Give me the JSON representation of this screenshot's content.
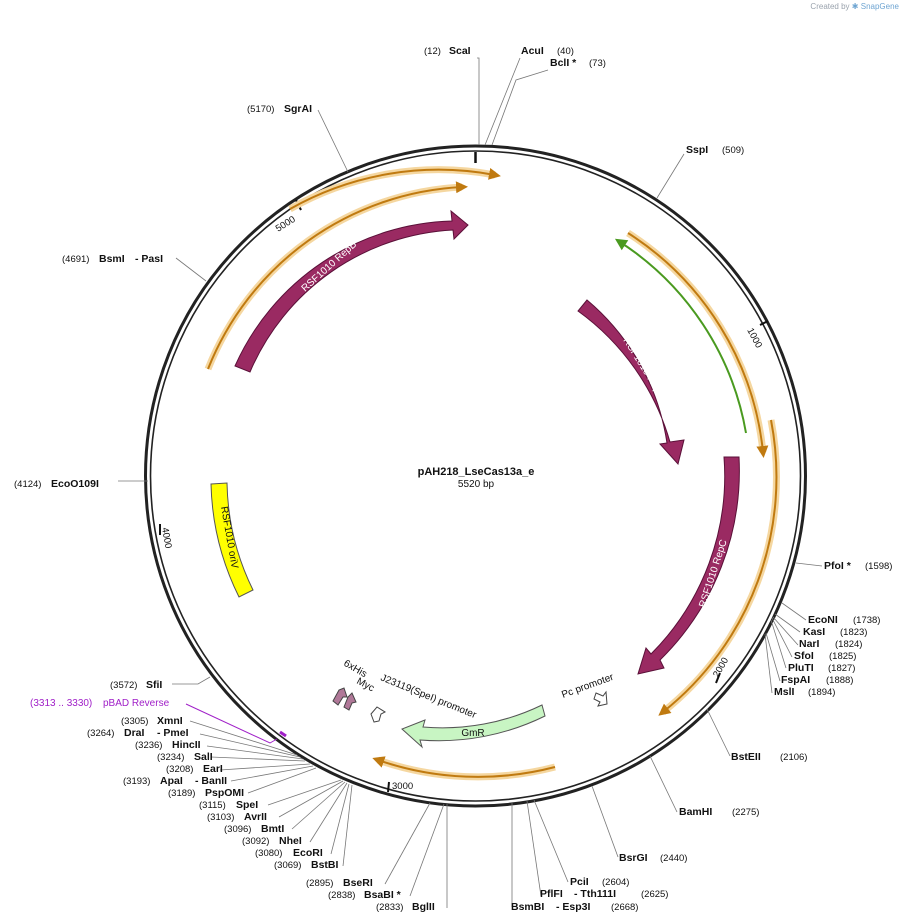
{
  "credit": {
    "prefix": "Created by",
    "brand": "SnapGene"
  },
  "map": {
    "name": "pAH218_LseCas13a_e",
    "length": "5520 bp",
    "ticks": [
      "1000",
      "2000",
      "3000",
      "4000",
      "5000"
    ]
  },
  "features": [
    {
      "id": "repB",
      "label": "RSF1010 RepB",
      "color": "#9a2a62"
    },
    {
      "id": "repA",
      "label": "RSF1010 RepA",
      "color": "#9a2a62"
    },
    {
      "id": "repC",
      "label": "RSF1010 RepC",
      "color": "#9a2a62"
    },
    {
      "id": "oriV",
      "label": "RSF1010 oriV",
      "color": "#ffff00"
    },
    {
      "id": "gmr",
      "label": "GmR",
      "color": "#c8f5c3"
    },
    {
      "id": "pc",
      "label": "Pc promoter",
      "color": "#ffffff"
    },
    {
      "id": "j23119",
      "label": "J23119(SpeI) promoter",
      "color": "#ffffff"
    },
    {
      "id": "myc",
      "label": "Myc",
      "color": "#b07898"
    },
    {
      "id": "his",
      "label": "6xHis",
      "color": "#b07898"
    }
  ],
  "primer": {
    "range": "(3313 .. 3330)",
    "name": "pBAD Reverse"
  },
  "sites": [
    {
      "id": "scai",
      "name": "ScaI",
      "pos": "(12)"
    },
    {
      "id": "acui",
      "name": "AcuI",
      "pos": "(40)"
    },
    {
      "id": "bcli",
      "name": "BclI *",
      "pos": "(73)"
    },
    {
      "id": "sspi",
      "name": "SspI",
      "pos": "(509)"
    },
    {
      "id": "pfoi",
      "name": "PfoI *",
      "pos": "(1598)"
    },
    {
      "id": "econi",
      "name": "EcoNI",
      "pos": "(1738)"
    },
    {
      "id": "kasi",
      "name": "KasI",
      "pos": "(1823)"
    },
    {
      "id": "nari",
      "name": "NarI",
      "pos": "(1824)"
    },
    {
      "id": "sfoi",
      "name": "SfoI",
      "pos": "(1825)"
    },
    {
      "id": "pluti",
      "name": "PluTI",
      "pos": "(1827)"
    },
    {
      "id": "fspai",
      "name": "FspAI",
      "pos": "(1888)"
    },
    {
      "id": "msli",
      "name": "MslI",
      "pos": "(1894)"
    },
    {
      "id": "bsteii",
      "name": "BstEII",
      "pos": "(2106)"
    },
    {
      "id": "bamhi",
      "name": "BamHI",
      "pos": "(2275)"
    },
    {
      "id": "bsrgi",
      "name": "BsrGI",
      "pos": "(2440)"
    },
    {
      "id": "pcii",
      "name": "PciI",
      "pos": "(2604)"
    },
    {
      "id": "pflfi",
      "name": "PflFI",
      "name2": "- Tth111I",
      "pos": "(2625)"
    },
    {
      "id": "bsmbi",
      "name": "BsmBI",
      "name2": "- Esp3I",
      "pos": "(2668)"
    },
    {
      "id": "bglii",
      "name": "BglII",
      "pos": "(2833)"
    },
    {
      "id": "bsabi",
      "name": "BsaBI *",
      "pos": "(2838)"
    },
    {
      "id": "bseri",
      "name": "BseRI",
      "pos": "(2895)"
    },
    {
      "id": "bstbi",
      "name": "BstBI",
      "pos": "(3069)"
    },
    {
      "id": "ecori",
      "name": "EcoRI",
      "pos": "(3080)"
    },
    {
      "id": "nhei",
      "name": "NheI",
      "pos": "(3092)"
    },
    {
      "id": "bmti",
      "name": "BmtI",
      "pos": "(3096)"
    },
    {
      "id": "avrii",
      "name": "AvrII",
      "pos": "(3103)"
    },
    {
      "id": "spei",
      "name": "SpeI",
      "pos": "(3115)"
    },
    {
      "id": "pspomi",
      "name": "PspOMI",
      "pos": "(3189)"
    },
    {
      "id": "apai",
      "name": "ApaI",
      "name2": "- BanII",
      "pos": "(3193)"
    },
    {
      "id": "eari",
      "name": "EarI",
      "pos": "(3208)"
    },
    {
      "id": "sali",
      "name": "SalI",
      "pos": "(3234)"
    },
    {
      "id": "hincii",
      "name": "HincII",
      "pos": "(3236)"
    },
    {
      "id": "drai",
      "name": "DraI",
      "name2": "- PmeI",
      "pos": "(3264)"
    },
    {
      "id": "xmni",
      "name": "XmnI",
      "pos": "(3305)"
    },
    {
      "id": "sfii",
      "name": "SfiI",
      "pos": "(3572)"
    },
    {
      "id": "ecoo109i",
      "name": "EcoO109I",
      "pos": "(4124)"
    },
    {
      "id": "bsmi",
      "name": "BsmI",
      "name2": "- PasI",
      "pos": "(4691)"
    },
    {
      "id": "sgrai",
      "name": "SgrAI",
      "pos": "(5170)"
    }
  ]
}
